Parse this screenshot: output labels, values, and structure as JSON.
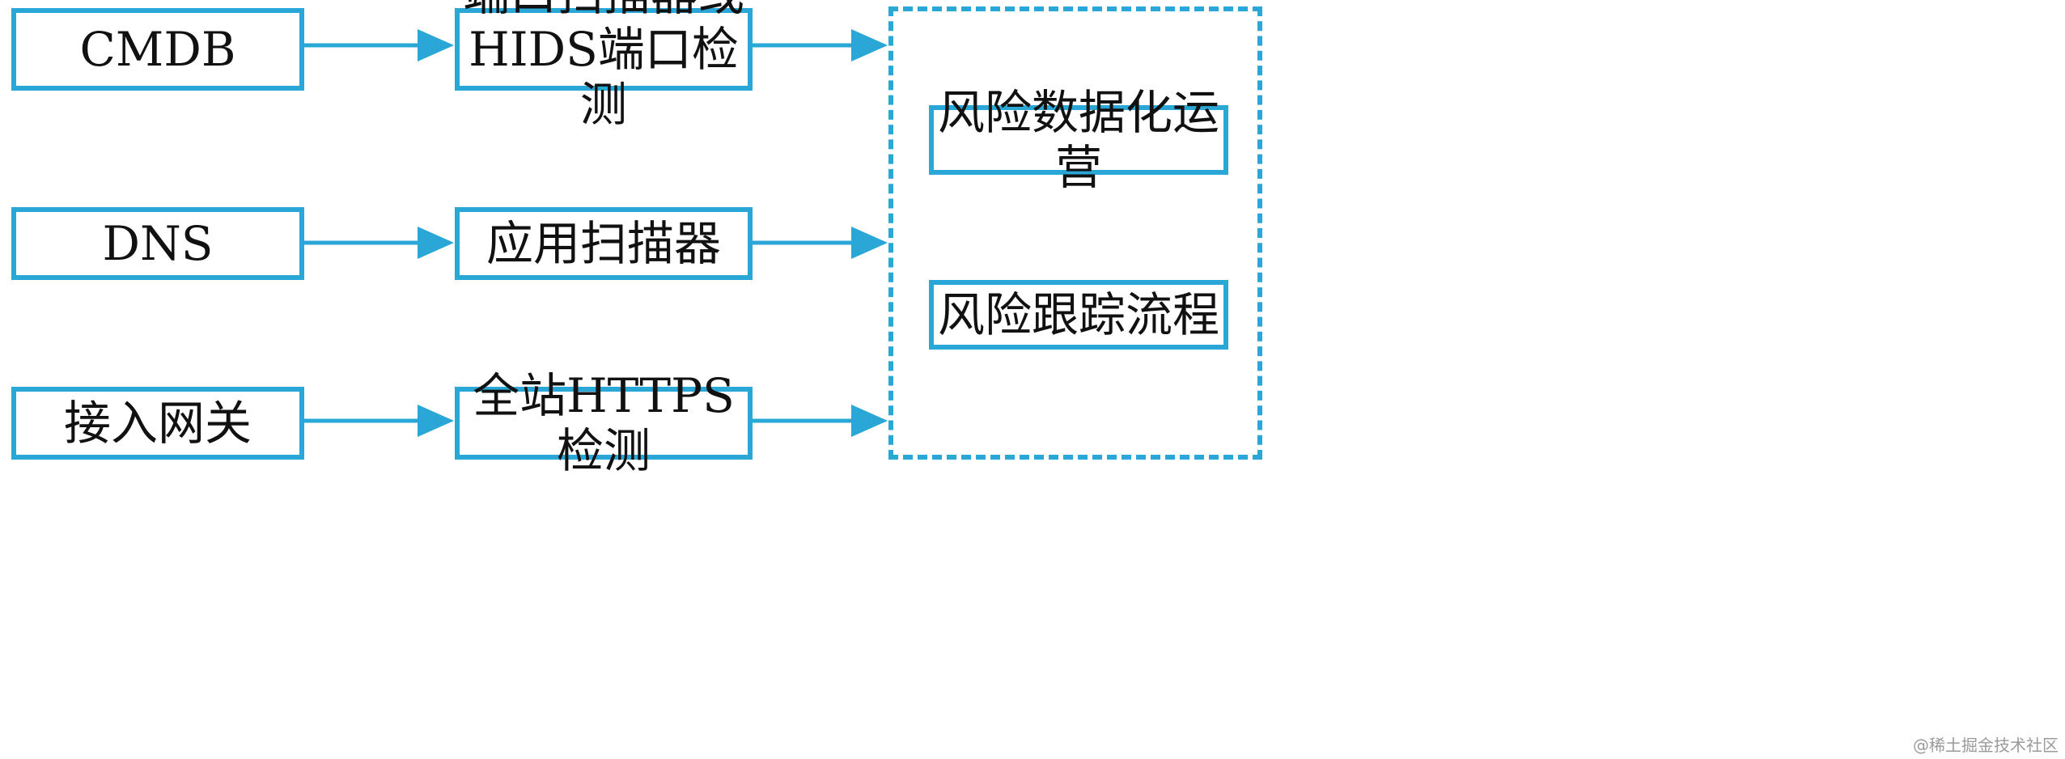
{
  "diagram": {
    "sources": {
      "cmdb": "CMDB",
      "dns": "DNS",
      "gateway": "接入网关"
    },
    "scanners": {
      "port_line1": "端口扫描器或",
      "port_line2": "HIDS端口检测",
      "app": "应用扫描器",
      "https": "全站HTTPS检测"
    },
    "operations": {
      "data_ops": "风险数据化运营",
      "tracking": "风险跟踪流程"
    },
    "edge_color": "#2aa7d6"
  },
  "watermark": "@稀土掘金技术社区"
}
